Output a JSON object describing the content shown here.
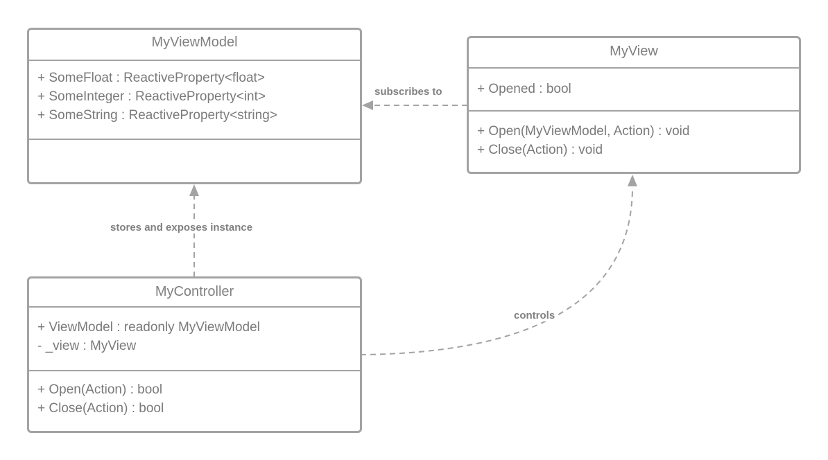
{
  "classes": {
    "viewmodel": {
      "name": "MyViewModel",
      "attributes": [
        "+ SomeFloat : ReactiveProperty<float>",
        "+ SomeInteger : ReactiveProperty<int>",
        "+ SomeString : ReactiveProperty<string>"
      ],
      "operations": []
    },
    "view": {
      "name": "MyView",
      "attributes": [
        "+ Opened : bool"
      ],
      "operations": [
        "+ Open(MyViewModel, Action) : void",
        "+ Close(Action) : void"
      ]
    },
    "controller": {
      "name": "MyController",
      "attributes": [
        "+ ViewModel : readonly MyViewModel",
        "- _view : MyView"
      ],
      "operations": [
        "+ Open(Action) : bool",
        "+ Close(Action) : bool"
      ]
    }
  },
  "relations": {
    "subscribes": "subscribes to",
    "stores": "stores and exposes instance",
    "controls": "controls"
  },
  "colors": {
    "stroke": "#a3a3a3",
    "text": "#7a7a7a"
  }
}
